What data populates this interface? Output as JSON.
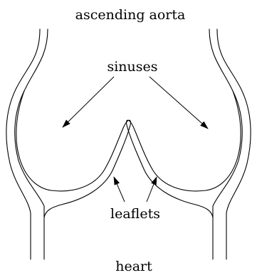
{
  "labels": {
    "top": "ascending aorta",
    "sinuses": "sinuses",
    "leaflets": "leaflets",
    "bottom": "heart"
  },
  "colors": {
    "stroke": "#000000",
    "background": "#ffffff"
  }
}
